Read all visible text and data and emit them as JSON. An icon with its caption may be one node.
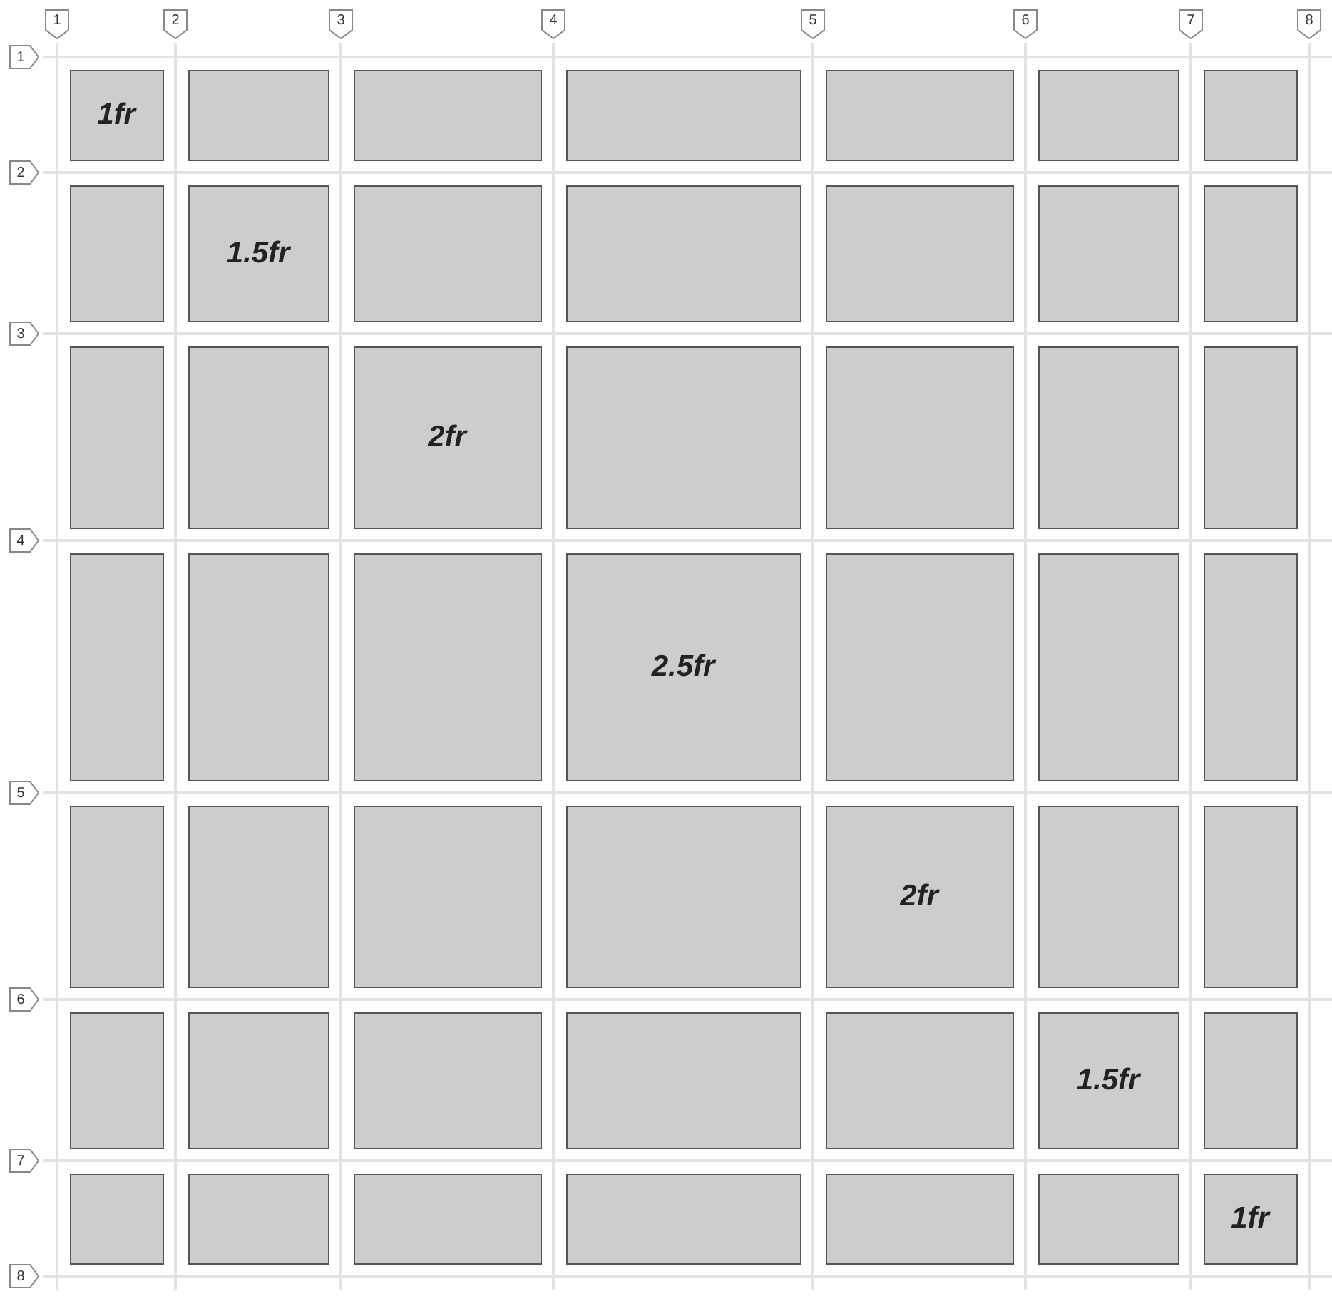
{
  "diagram": {
    "nodes": [
      {
        "text": [
          "1fr"
        ]
      },
      {
        "text": [],
        "shape": "box"
      },
      {
        "text": [],
        "shape": "box"
      },
      {
        "text": [],
        "shape": "box"
      },
      {
        "text": [],
        "shape": "box"
      },
      {
        "text": [],
        "shape": "box"
      },
      {
        "text": [],
        "shape": "box"
      },
      {
        "text": [],
        "shape": "box"
      },
      {
        "text": [
          "1.5fr"
        ]
      },
      {
        "text": [],
        "shape": "box"
      },
      {
        "text": [],
        "shape": "box"
      },
      {
        "text": [],
        "shape": "box"
      },
      {
        "text": [],
        "shape": "box"
      },
      {
        "text": [],
        "shape": "box"
      },
      {
        "text": [],
        "shape": "box"
      },
      {
        "text": [],
        "shape": "box"
      },
      {
        "text": [
          "2fr"
        ]
      },
      {
        "text": [],
        "shape": "box"
      },
      {
        "text": [],
        "shape": "box"
      },
      {
        "text": [],
        "shape": "box"
      },
      {
        "text": [],
        "shape": "box"
      },
      {
        "text": [],
        "shape": "box"
      },
      {
        "text": [],
        "shape": "box"
      },
      {
        "text": [],
        "shape": "box"
      },
      {
        "text": [
          "2.5fr"
        ]
      },
      {
        "text": [],
        "shape": "box"
      },
      {
        "text": [],
        "shape": "box"
      },
      {
        "text": [],
        "shape": "box"
      },
      {
        "text": [],
        "shape": "box"
      },
      {
        "text": [],
        "shape": "box"
      },
      {
        "text": [],
        "shape": "box"
      },
      {
        "text": [],
        "shape": "box"
      },
      {
        "text": [
          "2fr"
        ]
      },
      {
        "text": [],
        "shape": "box"
      },
      {
        "text": [],
        "shape": "box"
      },
      {
        "text": [],
        "shape": "box"
      },
      {
        "text": [],
        "shape": "box"
      },
      {
        "text": [],
        "shape": "box"
      },
      {
        "text": [],
        "shape": "box"
      },
      {
        "text": [],
        "shape": "box"
      },
      {
        "text": [
          "1.5fr"
        ]
      },
      {
        "text": [],
        "shape": "box"
      },
      {
        "text": [],
        "shape": "box"
      },
      {
        "text": [],
        "shape": "box"
      },
      {
        "text": [],
        "shape": "box"
      },
      {
        "text": [],
        "shape": "box"
      },
      {
        "text": [],
        "shape": "box"
      },
      {
        "text": [],
        "shape": "box"
      },
      {
        "text": [
          "1fr"
        ]
      }
    ],
    "labels": [
      "1",
      "2",
      "3",
      "4",
      "5",
      "6",
      "7",
      "8",
      "1",
      "2",
      "3",
      "4",
      "5",
      "6",
      "7",
      "8"
    ]
  }
}
